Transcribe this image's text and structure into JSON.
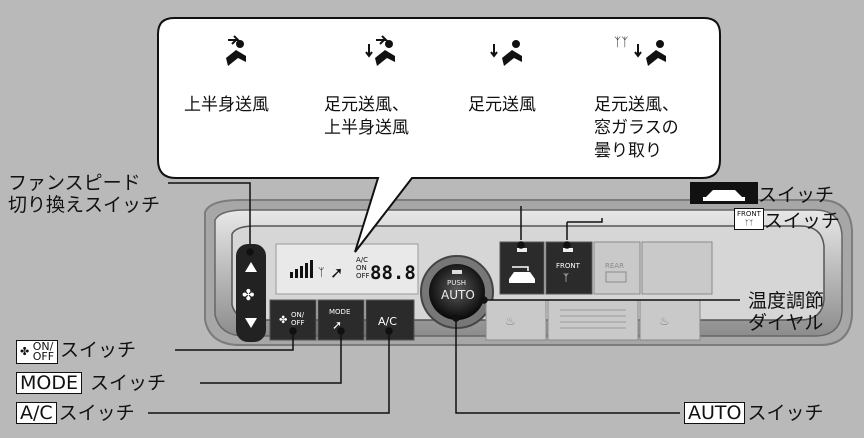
{
  "callout": {
    "modes": [
      {
        "lines": [
          "上半身送風"
        ]
      },
      {
        "lines": [
          "足元送風、",
          "上半身送風"
        ]
      },
      {
        "lines": [
          "足元送風"
        ]
      },
      {
        "lines": [
          "足元送風、",
          "窓ガラスの",
          "曇り取り"
        ]
      }
    ]
  },
  "panel": {
    "display_temp": "88.8",
    "display_ac": [
      "A/C",
      "ON",
      "OFF"
    ],
    "fan_on_off": [
      "ON/",
      "OFF"
    ],
    "mode_key": "MODE",
    "ac_key": "A/C",
    "push_label": "PUSH",
    "auto_label": "AUTO",
    "front_label": "FRONT",
    "rear_label": "REAR"
  },
  "labels": {
    "fan_speed": [
      "ファンスピード",
      "切り換えスイッチ"
    ],
    "recirc_switch": "スイッチ",
    "front_defrost_switch": "スイッチ",
    "temp_dial": [
      "温度調節",
      "ダイヤル"
    ],
    "fan_onoff_switch": "スイッチ",
    "mode_switch": {
      "key": "MODE",
      "text": "スイッチ"
    },
    "ac_switch": {
      "key": "A/C",
      "text": "スイッチ"
    },
    "auto_switch": {
      "key": "AUTO",
      "text": "スイッチ"
    },
    "onoff_key": [
      "ON/",
      "OFF"
    ],
    "front_key": "FRONT"
  },
  "colors": {
    "background": "#b9b9b9",
    "panel_outer": "#9a9a9a",
    "panel_face": "#d9d9d9",
    "black": "#111111"
  }
}
